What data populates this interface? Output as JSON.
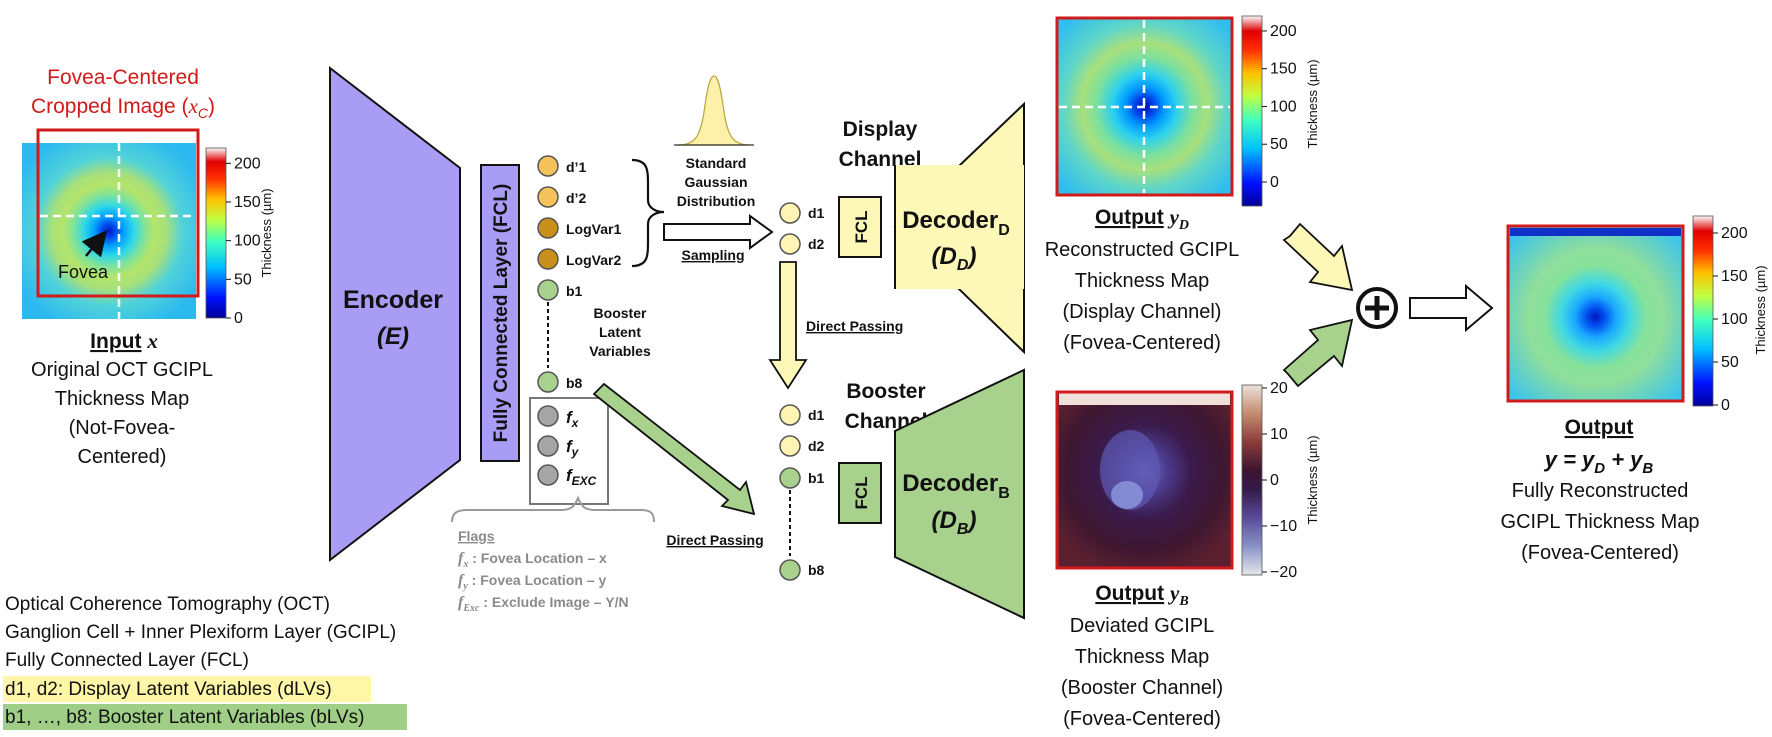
{
  "input": {
    "crop_title_1": "Fovea-Centered",
    "crop_title_2": "Cropped Image (",
    "crop_title_var": "x",
    "crop_title_sub": "C",
    "crop_title_end": ")",
    "fovea_label": "Fovea",
    "caption_head": "Input",
    "caption_var": "x",
    "caption_lines": [
      "Original OCT GCIPL",
      "Thickness Map",
      "(Not-Fovea-",
      "Centered)"
    ],
    "colorbar_ticks": [
      "200",
      "150",
      "100",
      "50",
      "0"
    ],
    "colorbar_unit": "Thickness (µm)"
  },
  "encoder": {
    "label": "Encoder",
    "symbol": "(E)"
  },
  "fcl_vertical": "Fully Connected Layer (FCL)",
  "latents": {
    "top": [
      "d’1",
      "d’2",
      "LogVar1",
      "LogVar2",
      "b1",
      "b8"
    ],
    "flags": [
      "f",
      "f",
      "f"
    ],
    "flag_subs": [
      "x",
      "y",
      "EXC"
    ]
  },
  "booster_label": [
    "Booster",
    "Latent",
    "Variables"
  ],
  "gaussian": [
    "Standard",
    "Gaussian",
    "Distribution"
  ],
  "sampling": "Sampling",
  "direct_passing_1": "Direct Passing",
  "direct_passing_2": "Direct Passing",
  "flags_legend": {
    "title": "Flags",
    "items": [
      {
        "sym": "f",
        "sub": "x",
        "text": " : Fovea Location – x"
      },
      {
        "sym": "f",
        "sub": "y",
        "text": " : Fovea Location – y"
      },
      {
        "sym": "f",
        "sub": "Exc",
        "text": " : Exclude Image – Y/N"
      }
    ]
  },
  "display_channel": {
    "title": [
      "Display",
      "Channel"
    ],
    "nodes": [
      "d1",
      "d2"
    ],
    "fcl": "FCL",
    "decoder": "Decoder",
    "decoder_sub": "D",
    "symbol": "(D",
    "symbol_sub": "D",
    "symbol_end": ")"
  },
  "booster_channel": {
    "title": [
      "Booster",
      "Channel"
    ],
    "nodes": [
      "d1",
      "d2",
      "b1",
      "b8"
    ],
    "fcl": "FCL",
    "decoder": "Decoder",
    "decoder_sub": "B",
    "symbol": "(D",
    "symbol_sub": "B",
    "symbol_end": ")"
  },
  "output_d": {
    "head": "Output",
    "var": "y",
    "sub": "D",
    "lines": [
      "Reconstructed  GCIPL",
      "Thickness Map",
      "(Display Channel)",
      "(Fovea-Centered)"
    ],
    "colorbar_ticks": [
      "200",
      "150",
      "100",
      "50",
      "0"
    ],
    "colorbar_unit": "Thickness (µm)"
  },
  "output_b": {
    "head": "Output",
    "var": "y",
    "sub": "B",
    "lines": [
      "Deviated GCIPL",
      "Thickness Map",
      "(Booster Channel)",
      "(Fovea-Centered)"
    ],
    "colorbar_ticks": [
      "20",
      "10",
      "0",
      "−10",
      "−20"
    ],
    "colorbar_unit": "Thickness (µm)"
  },
  "final_output": {
    "head": "Output",
    "equation": "y =  y",
    "eq_sub1": "D",
    "eq_plus": " + y",
    "eq_sub2": "B",
    "lines": [
      "Fully Reconstructed",
      "GCIPL Thickness Map",
      "(Fovea-Centered)"
    ],
    "colorbar_ticks": [
      "200",
      "150",
      "100",
      "50",
      "0"
    ],
    "colorbar_unit": "Thickness (µm)"
  },
  "sum_symbol": "⊕",
  "legend": [
    {
      "text": "Optical Coherence Tomography (OCT)",
      "highlight": ""
    },
    {
      "text": "Ganglion Cell + Inner Plexiform Layer (GCIPL)",
      "highlight": ""
    },
    {
      "text": "Fully Connected Layer (FCL)",
      "highlight": ""
    },
    {
      "text": "d1, d2: Display Latent Variables (dLVs)",
      "highlight": "#fff7a8"
    },
    {
      "text": "b1, …, b8: Booster Latent Variables (bLVs)",
      "highlight": "#9fcf86"
    }
  ],
  "colors": {
    "encoder": "#a99cf5",
    "display": "#fdf7b8",
    "booster": "#a9d18e",
    "node_orange": "#f6c25a",
    "node_darkorange": "#c8901b",
    "node_yellow": "#fff4b3",
    "node_green": "#a9d18e",
    "node_gray": "#a6a6a6",
    "red_frame": "#d11a1a"
  }
}
